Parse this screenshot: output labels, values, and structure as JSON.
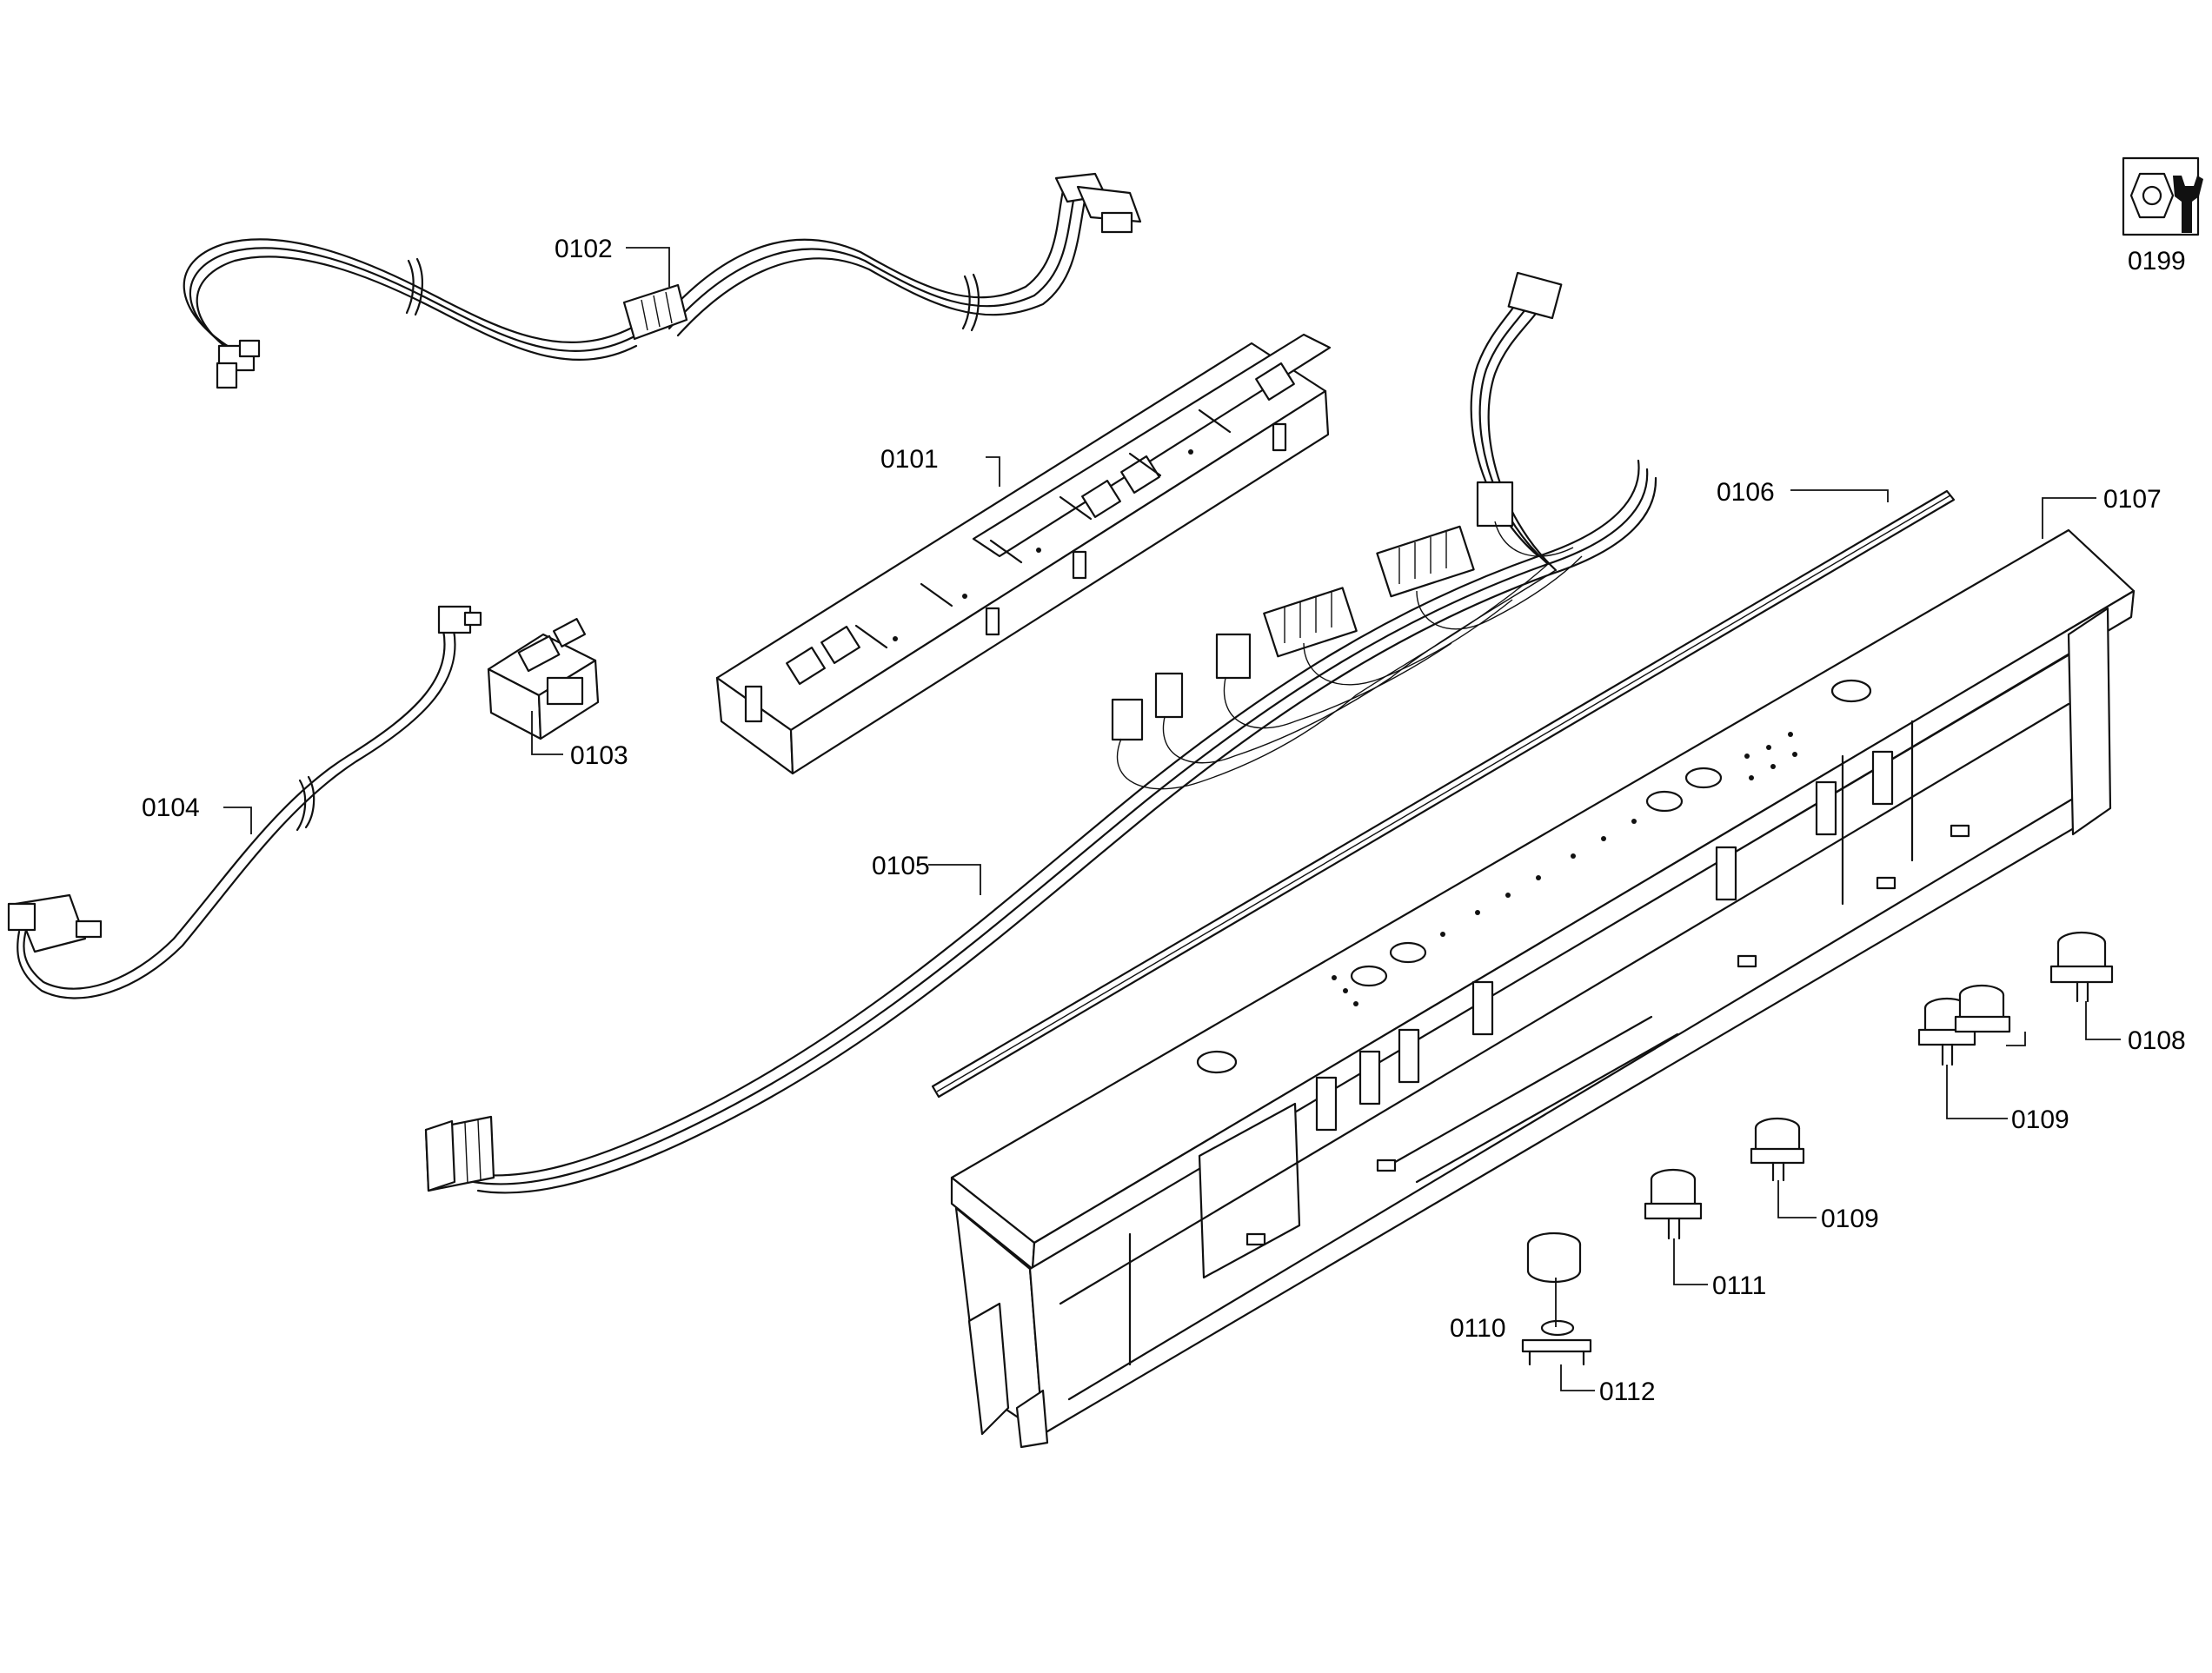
{
  "callouts": {
    "c0101": "0101",
    "c0102": "0102",
    "c0103": "0103",
    "c0104": "0104",
    "c0105": "0105",
    "c0106": "0106",
    "c0107": "0107",
    "c0108": "0108",
    "c0109a": "0109",
    "c0109b": "0109",
    "c0110": "0110",
    "c0111": "0111",
    "c0112": "0112",
    "c0199": "0199"
  },
  "icons": {
    "tool_icon": "wrench-nut-icon"
  }
}
